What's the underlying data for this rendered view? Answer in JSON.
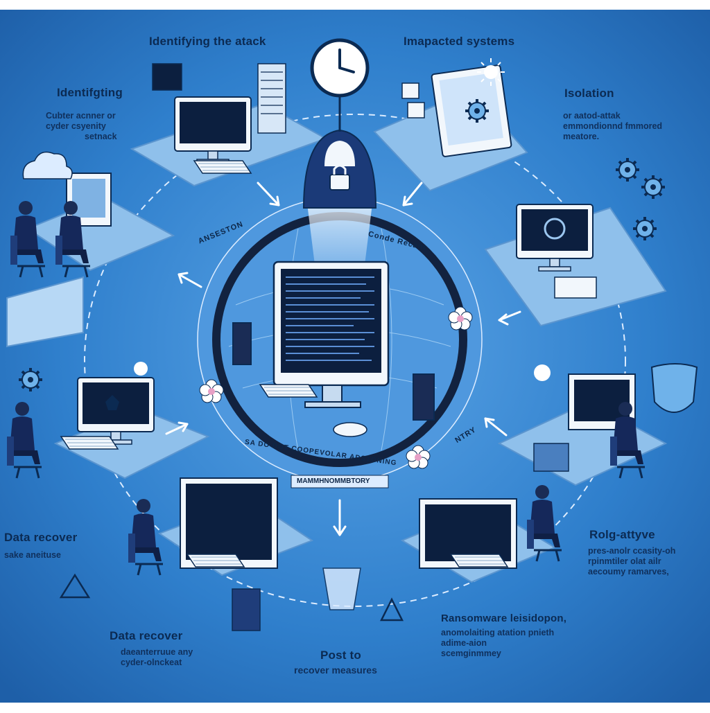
{
  "colors": {
    "background": "#2f7fcc",
    "panel": "#8fc0eb",
    "panel_edge": "#5b95cf",
    "monitor": "#f2f7fc",
    "screen": "#0c1f3f",
    "ink": "#0b2a52",
    "ring": "#12223f"
  },
  "headings": {
    "top_left": "Identifying the atack",
    "top_right": "Imapacted systems",
    "left": "Identifgting",
    "right": "Isolation",
    "mid_left": "Data recover",
    "mid_right": "Rolg-attyve",
    "bottom_left": "Data recover",
    "bottom_center": "Post to",
    "bottom_right": "Ransomware leisidopon,"
  },
  "descriptions": {
    "left": [
      "Cubter acnner or",
      "cyder csyenity",
      "setnack"
    ],
    "right": [
      "or aatod-attak",
      "emmondionnd fmmored",
      "meatore."
    ],
    "mid_left": [
      "sake aneituse"
    ],
    "mid_right": [
      "pres-anolr ccasity-oh",
      "rpinmtiler olat ailr",
      "aecoumy ramarves,"
    ],
    "bottom_left": [
      "daeanterruue any",
      "cyder-olnckeat"
    ],
    "bottom_center": [
      "recover measures"
    ],
    "bottom_right": [
      "anomolaiting atation pnieth",
      "adime-aion",
      "scemginmmey"
    ]
  },
  "ring_labels": {
    "upper_left": "ANSESTON",
    "upper_right": "Conde Recant",
    "bottom_arc": "SA DO DOT COOPEVOLAR ADSTONING",
    "lower_right": "NTRY",
    "banner": "MAMMHNOMMBTORY"
  },
  "icons": [
    "hooded-attacker-icon",
    "padlock-icon",
    "clock-icon",
    "shield-icon",
    "gear-icon",
    "cloud-icon",
    "sun-icon",
    "flower-icon",
    "warning-icon",
    "server-icon"
  ]
}
